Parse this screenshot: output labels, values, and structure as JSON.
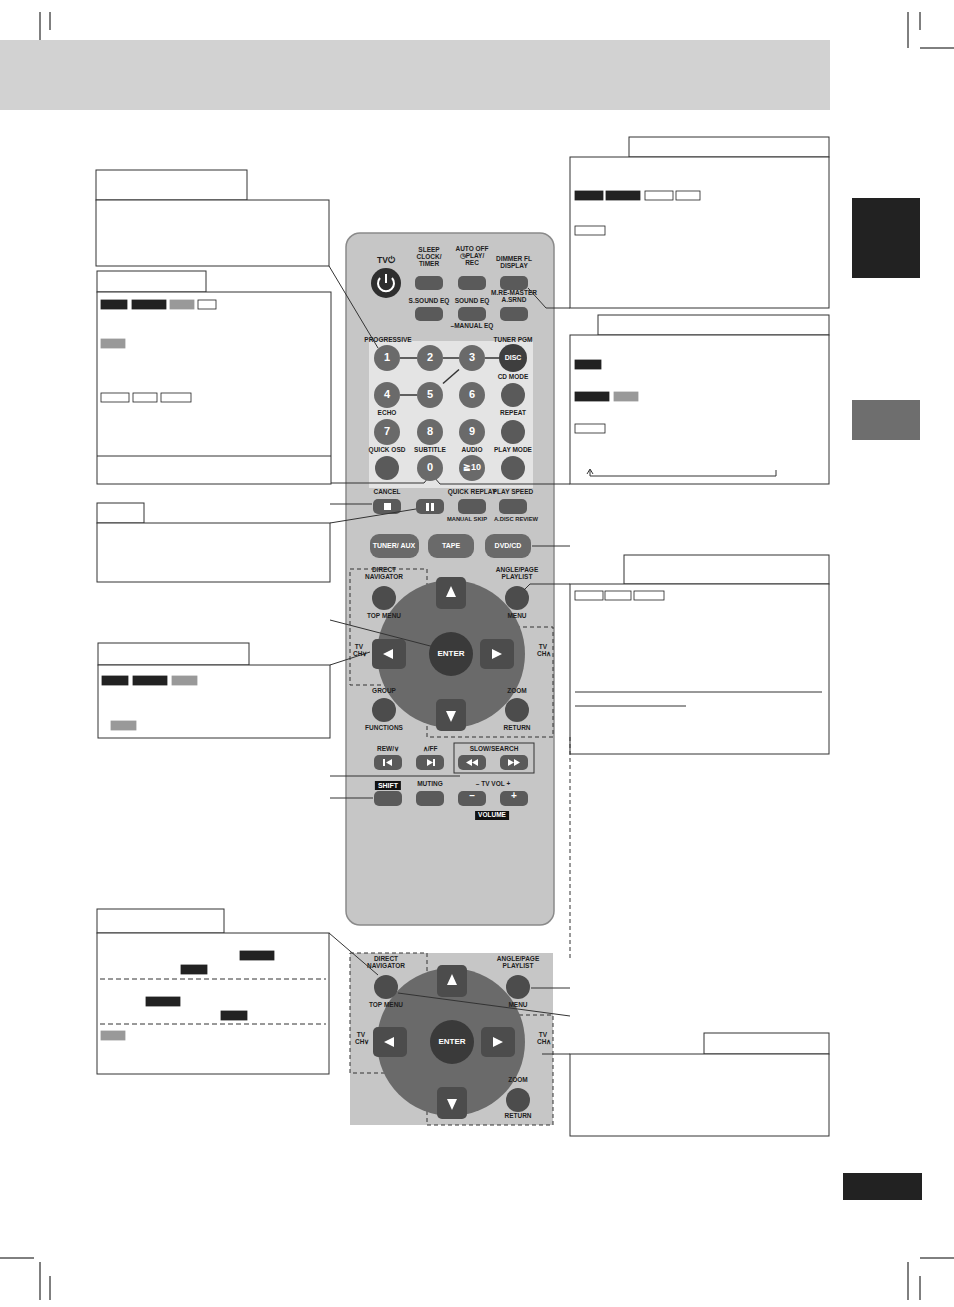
{
  "diagram": {
    "nodes": [
      {
        "text": [
          "1"
        ]
      },
      {
        "text": [
          "2"
        ]
      },
      {
        "text": [
          "3"
        ]
      },
      {
        "text": [
          "DISC"
        ]
      },
      {
        "text": [
          "4"
        ]
      },
      {
        "text": [
          "5"
        ]
      },
      {
        "text": [
          "6"
        ]
      },
      {
        "text": [
          "7"
        ]
      },
      {
        "text": [
          "8"
        ]
      },
      {
        "text": [
          "9"
        ]
      },
      {
        "text": [
          "0"
        ]
      },
      {
        "text": [
          "≧10"
        ]
      },
      {
        "text": [
          "TUNER/ AUX"
        ]
      },
      {
        "text": [
          "TAPE"
        ]
      },
      {
        "text": [
          "DVD/CD"
        ]
      },
      {
        "text": [
          "ENTER"
        ]
      },
      {
        "text": [
          "ENTER"
        ]
      }
    ],
    "edges": [
      {
        "from": 0,
        "to": 1,
        "arrow": "none"
      },
      {
        "from": 1,
        "to": 2,
        "arrow": "none"
      },
      {
        "from": 2,
        "to": 3,
        "arrow": "none"
      },
      {
        "from": 4,
        "to": 5,
        "arrow": "none"
      },
      {
        "from": 5,
        "to": 2,
        "arrow": "none"
      }
    ],
    "labels": [
      "TV⏻",
      "SLEEP CLOCK/ TIMER",
      "AUTO OFF ◷PLAY/ REC",
      "DIMMER FL DISPLAY",
      "S.SOUND EQ",
      "SOUND EQ",
      "M.RE-MASTER A.SRND",
      "–MANUAL EQ",
      "PROGRESSIVE",
      "TUNER PGM",
      "CD MODE",
      "ECHO",
      "REPEAT",
      "QUICK OSD",
      "SUBTITLE",
      "AUDIO",
      "PLAY MODE",
      "CANCEL",
      "QUICK REPLAY",
      "PLAY SPEED",
      "MANUAL SKIP",
      "A.DISC REVIEW",
      "DIRECT NAVIGATOR",
      "TOP MENU",
      "ANGLE/PAGE PLAYLIST",
      "MENU",
      "TV CH∨",
      "TV CH∧",
      "GROUP",
      "FUNCTIONS",
      "ZOOM",
      "RETURN",
      "REW/∨",
      "∧/FF",
      "SLOW/SEARCH",
      "SHIFT",
      "MUTING",
      "– TV VOL +",
      "VOLUME",
      "DIRECT NAVIGATOR",
      "TOP MENU",
      "ANGLE/PAGE PLAYLIST",
      "MENU",
      "TV CH∨",
      "TV CH∧",
      "ZOOM",
      "RETURN",
      "–",
      "+"
    ]
  }
}
